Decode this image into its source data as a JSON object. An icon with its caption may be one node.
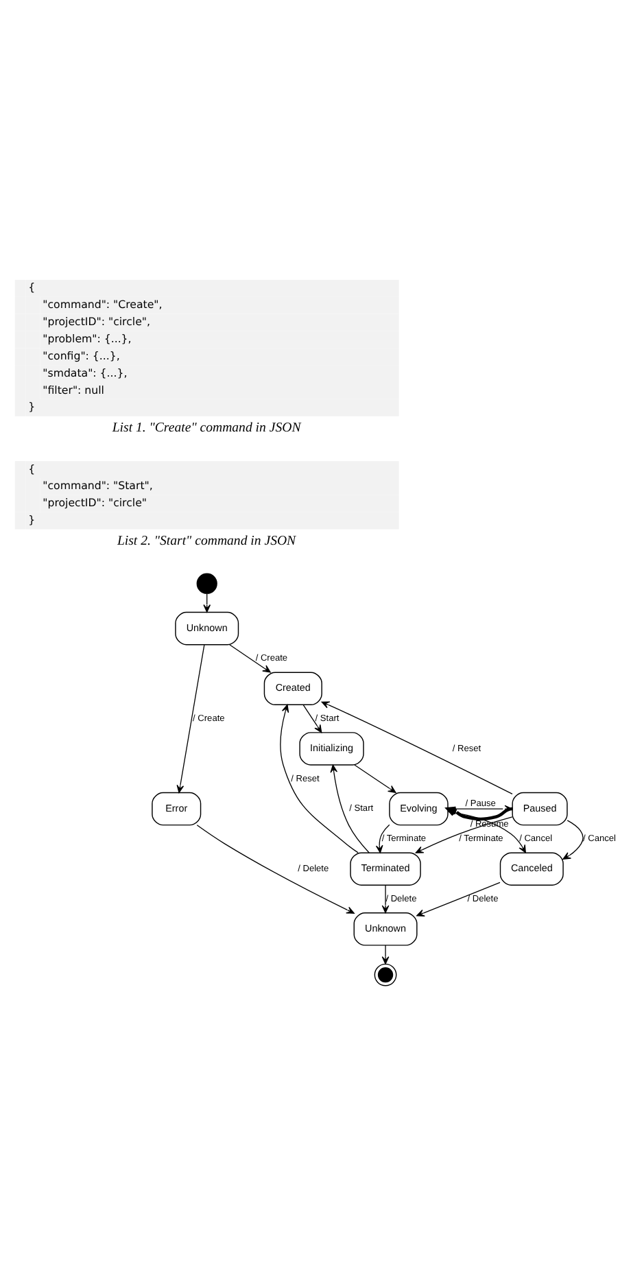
{
  "diagram": {
    "nodes": [
      {
        "text": [],
        "shape": "circle"
      },
      {
        "text": [
          "Unknown"
        ]
      },
      {
        "text": [
          "Created"
        ]
      },
      {
        "text": [
          "Error"
        ]
      },
      {
        "text": [
          "Initializing"
        ]
      },
      {
        "text": [
          "Evolving"
        ]
      },
      {
        "text": [
          "Paused"
        ]
      },
      {
        "text": [
          "Terminated"
        ]
      },
      {
        "text": [
          "Canceled"
        ]
      },
      {
        "text": [
          "Unknown"
        ]
      },
      {
        "text": [],
        "shape": "bullseye"
      }
    ],
    "edges": [
      {
        "from": 0,
        "to": 1,
        "arrow": "to"
      },
      {
        "from": 1,
        "to": 2,
        "arrow": "to",
        "label": "/ Create"
      },
      {
        "from": 1,
        "to": 3,
        "arrow": "to",
        "label": "/ Create"
      },
      {
        "from": 2,
        "to": 4,
        "arrow": "to",
        "label": "/ Start"
      },
      {
        "from": 4,
        "to": 5,
        "arrow": "to"
      },
      {
        "from": 5,
        "to": 6,
        "arrow": "to",
        "label": "/ Pause"
      },
      {
        "from": 6,
        "to": 5,
        "arrow": "to",
        "label": "/ Resume",
        "style": "thick"
      },
      {
        "from": 6,
        "to": 2,
        "arrow": "to",
        "label": "/ Reset"
      },
      {
        "from": 7,
        "to": 2,
        "arrow": "to",
        "label": "/ Reset"
      },
      {
        "from": 7,
        "to": 4,
        "arrow": "to",
        "label": "/ Start"
      },
      {
        "from": 5,
        "to": 7,
        "arrow": "to",
        "label": "/ Terminate"
      },
      {
        "from": 5,
        "to": 8,
        "arrow": "to",
        "label": "/ Cancel"
      },
      {
        "from": 6,
        "to": 7,
        "arrow": "to",
        "label": "/ Terminate"
      },
      {
        "from": 6,
        "to": 8,
        "arrow": "to",
        "label": "/ Cancel"
      },
      {
        "from": 3,
        "to": 9,
        "arrow": "to",
        "label": "/ Delete"
      },
      {
        "from": 7,
        "to": 9,
        "arrow": "to",
        "label": "/ Delete"
      },
      {
        "from": 8,
        "to": 9,
        "arrow": "to",
        "label": "/ Delete"
      },
      {
        "from": 9,
        "to": 10,
        "arrow": "to"
      }
    ],
    "labels": [
      "{",
      "\"command\": \"Create\",",
      "\"projectID\": \"circle\",",
      "\"problem\": {...},",
      "\"config\": {...},",
      "\"smdata\": {...},",
      "\"filter\": null",
      "}",
      "List 1. \"Create\" command in JSON",
      "{",
      "\"command\": \"Start\",",
      "\"projectID\": \"circle\"",
      "}",
      "List 2. \"Start\" command in JSON"
    ]
  }
}
